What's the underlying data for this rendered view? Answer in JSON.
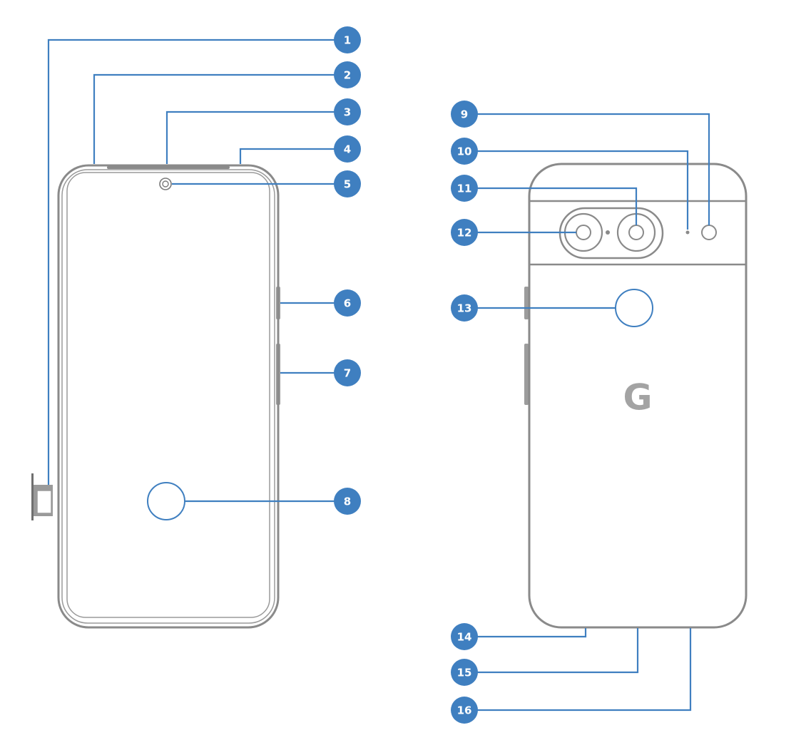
{
  "diagram": {
    "logo_text": "G",
    "colors": {
      "accent": "#3f7fc0",
      "outline": "#8a8a8a",
      "logo": "#a3a3a3",
      "badge_text": "#ffffff"
    },
    "callouts": [
      {
        "label": "1"
      },
      {
        "label": "2"
      },
      {
        "label": "3"
      },
      {
        "label": "4"
      },
      {
        "label": "5"
      },
      {
        "label": "6"
      },
      {
        "label": "7"
      },
      {
        "label": "8"
      },
      {
        "label": "9"
      },
      {
        "label": "10"
      },
      {
        "label": "11"
      },
      {
        "label": "12"
      },
      {
        "label": "13"
      },
      {
        "label": "14"
      },
      {
        "label": "15"
      },
      {
        "label": "16"
      }
    ]
  }
}
